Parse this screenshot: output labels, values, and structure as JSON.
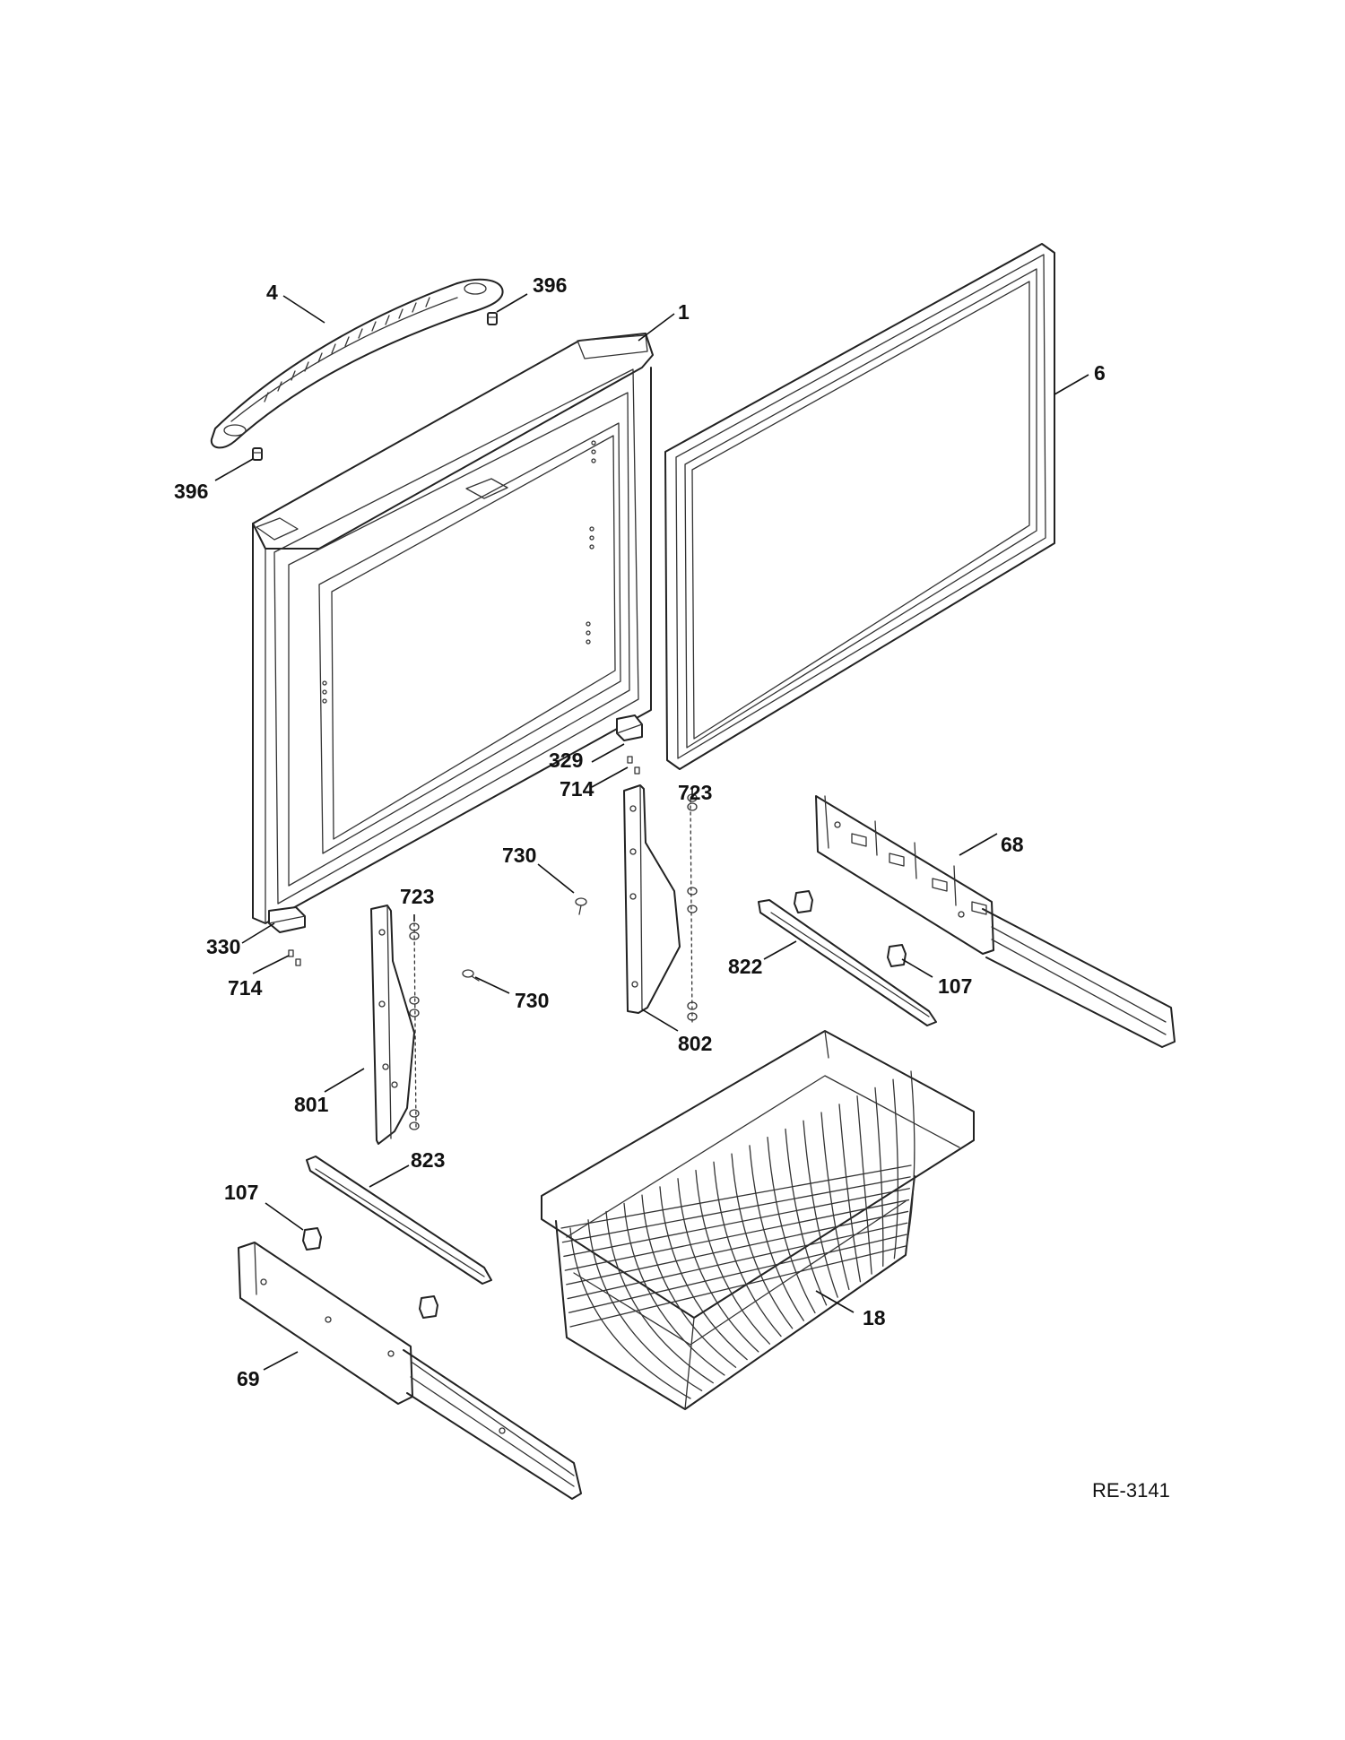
{
  "diagram": {
    "labels": [
      {
        "id": "l4",
        "text": "4"
      },
      {
        "id": "l396a",
        "text": "396"
      },
      {
        "id": "l1",
        "text": "1"
      },
      {
        "id": "l6",
        "text": "6"
      },
      {
        "id": "l396b",
        "text": "396"
      },
      {
        "id": "l329",
        "text": "329"
      },
      {
        "id": "l714a",
        "text": "714"
      },
      {
        "id": "l723a",
        "text": "723"
      },
      {
        "id": "l68",
        "text": "68"
      },
      {
        "id": "l730a",
        "text": "730"
      },
      {
        "id": "l723b",
        "text": "723"
      },
      {
        "id": "l330",
        "text": "330"
      },
      {
        "id": "l714b",
        "text": "714"
      },
      {
        "id": "l730b",
        "text": "730"
      },
      {
        "id": "l802",
        "text": "802"
      },
      {
        "id": "l822",
        "text": "822"
      },
      {
        "id": "l107a",
        "text": "107"
      },
      {
        "id": "l801",
        "text": "801"
      },
      {
        "id": "l823",
        "text": "823"
      },
      {
        "id": "l107b",
        "text": "107"
      },
      {
        "id": "l18",
        "text": "18"
      },
      {
        "id": "l69",
        "text": "69"
      }
    ],
    "reference_code": "RE-3141"
  }
}
